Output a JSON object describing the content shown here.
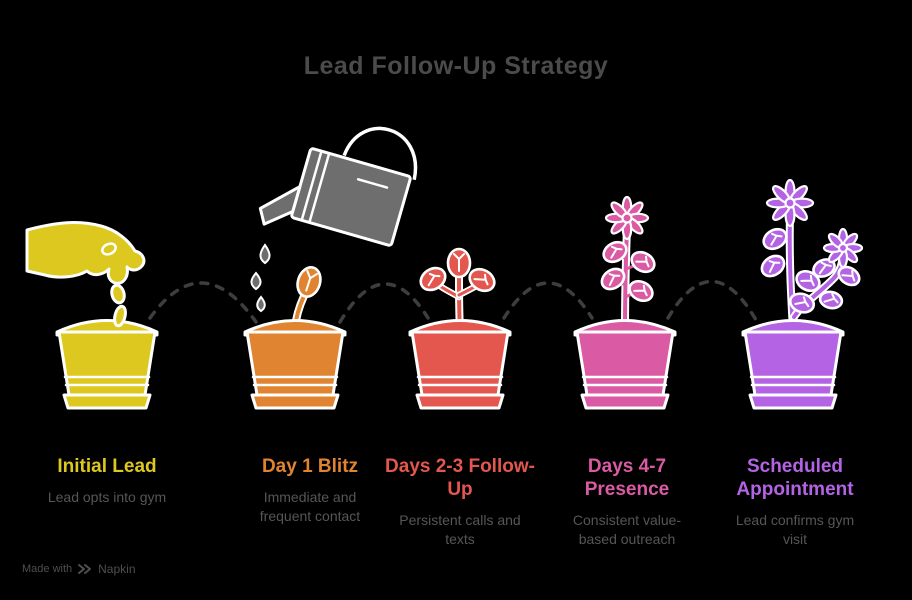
{
  "title": "Lead Follow-Up Strategy",
  "stages": [
    {
      "id": "initial-lead",
      "title": "Initial Lead",
      "description": "Lead opts into gym",
      "color": "#dcc81e",
      "illustration": "hand-dropping-seeds-into-pot"
    },
    {
      "id": "day-1-blitz",
      "title": "Day 1 Blitz",
      "description": "Immediate and frequent contact",
      "color": "#e08431",
      "illustration": "watering-can-over-sprout-pot"
    },
    {
      "id": "days-2-3-follow-up",
      "title": "Days 2-3 Follow-Up",
      "description": "Persistent calls and texts",
      "color": "#e4574f",
      "illustration": "small-plant-in-pot"
    },
    {
      "id": "days-4-7-presence",
      "title": "Days 4-7 Presence",
      "description": "Consistent value-based outreach",
      "color": "#da5aa4",
      "illustration": "budding-flower-plant-in-pot"
    },
    {
      "id": "scheduled-appointment",
      "title": "Scheduled Appointment",
      "description": "Lead confirms gym visit",
      "color": "#b363e4",
      "illustration": "full-bloom-plants-in-pot"
    }
  ],
  "footer": {
    "made_with": "Made with",
    "brand": "Napkin"
  },
  "colors": {
    "background": "#000000",
    "title_text": "#4b4b4b",
    "description_text": "#565656",
    "connector": "#3e3e3e",
    "watering_can": "#6e6e6e",
    "outline": "#ffffff",
    "footer_text": "#4f4f4f"
  },
  "icons": {
    "hand": "hand-dropping-seeds-icon",
    "watering_can": "watering-can-icon",
    "sprout": "sprout-icon",
    "plant": "plant-icon",
    "flower": "flower-icon",
    "pot": "flower-pot-icon",
    "napkin": "napkin-logo-icon"
  }
}
